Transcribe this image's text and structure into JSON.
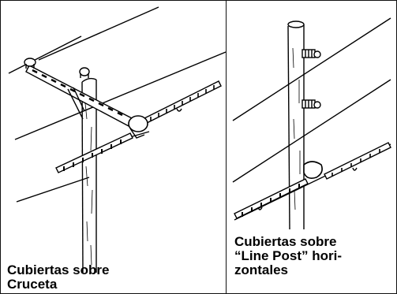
{
  "panels": [
    {
      "caption_lines": [
        "Cubiertas sobre",
        "Cruceta"
      ]
    },
    {
      "caption_lines": [
        "Cubiertas sobre",
        "“Line Post” hori-",
        "zontales"
      ]
    }
  ],
  "colors": {
    "line": "#000000",
    "background": "#ffffff"
  }
}
